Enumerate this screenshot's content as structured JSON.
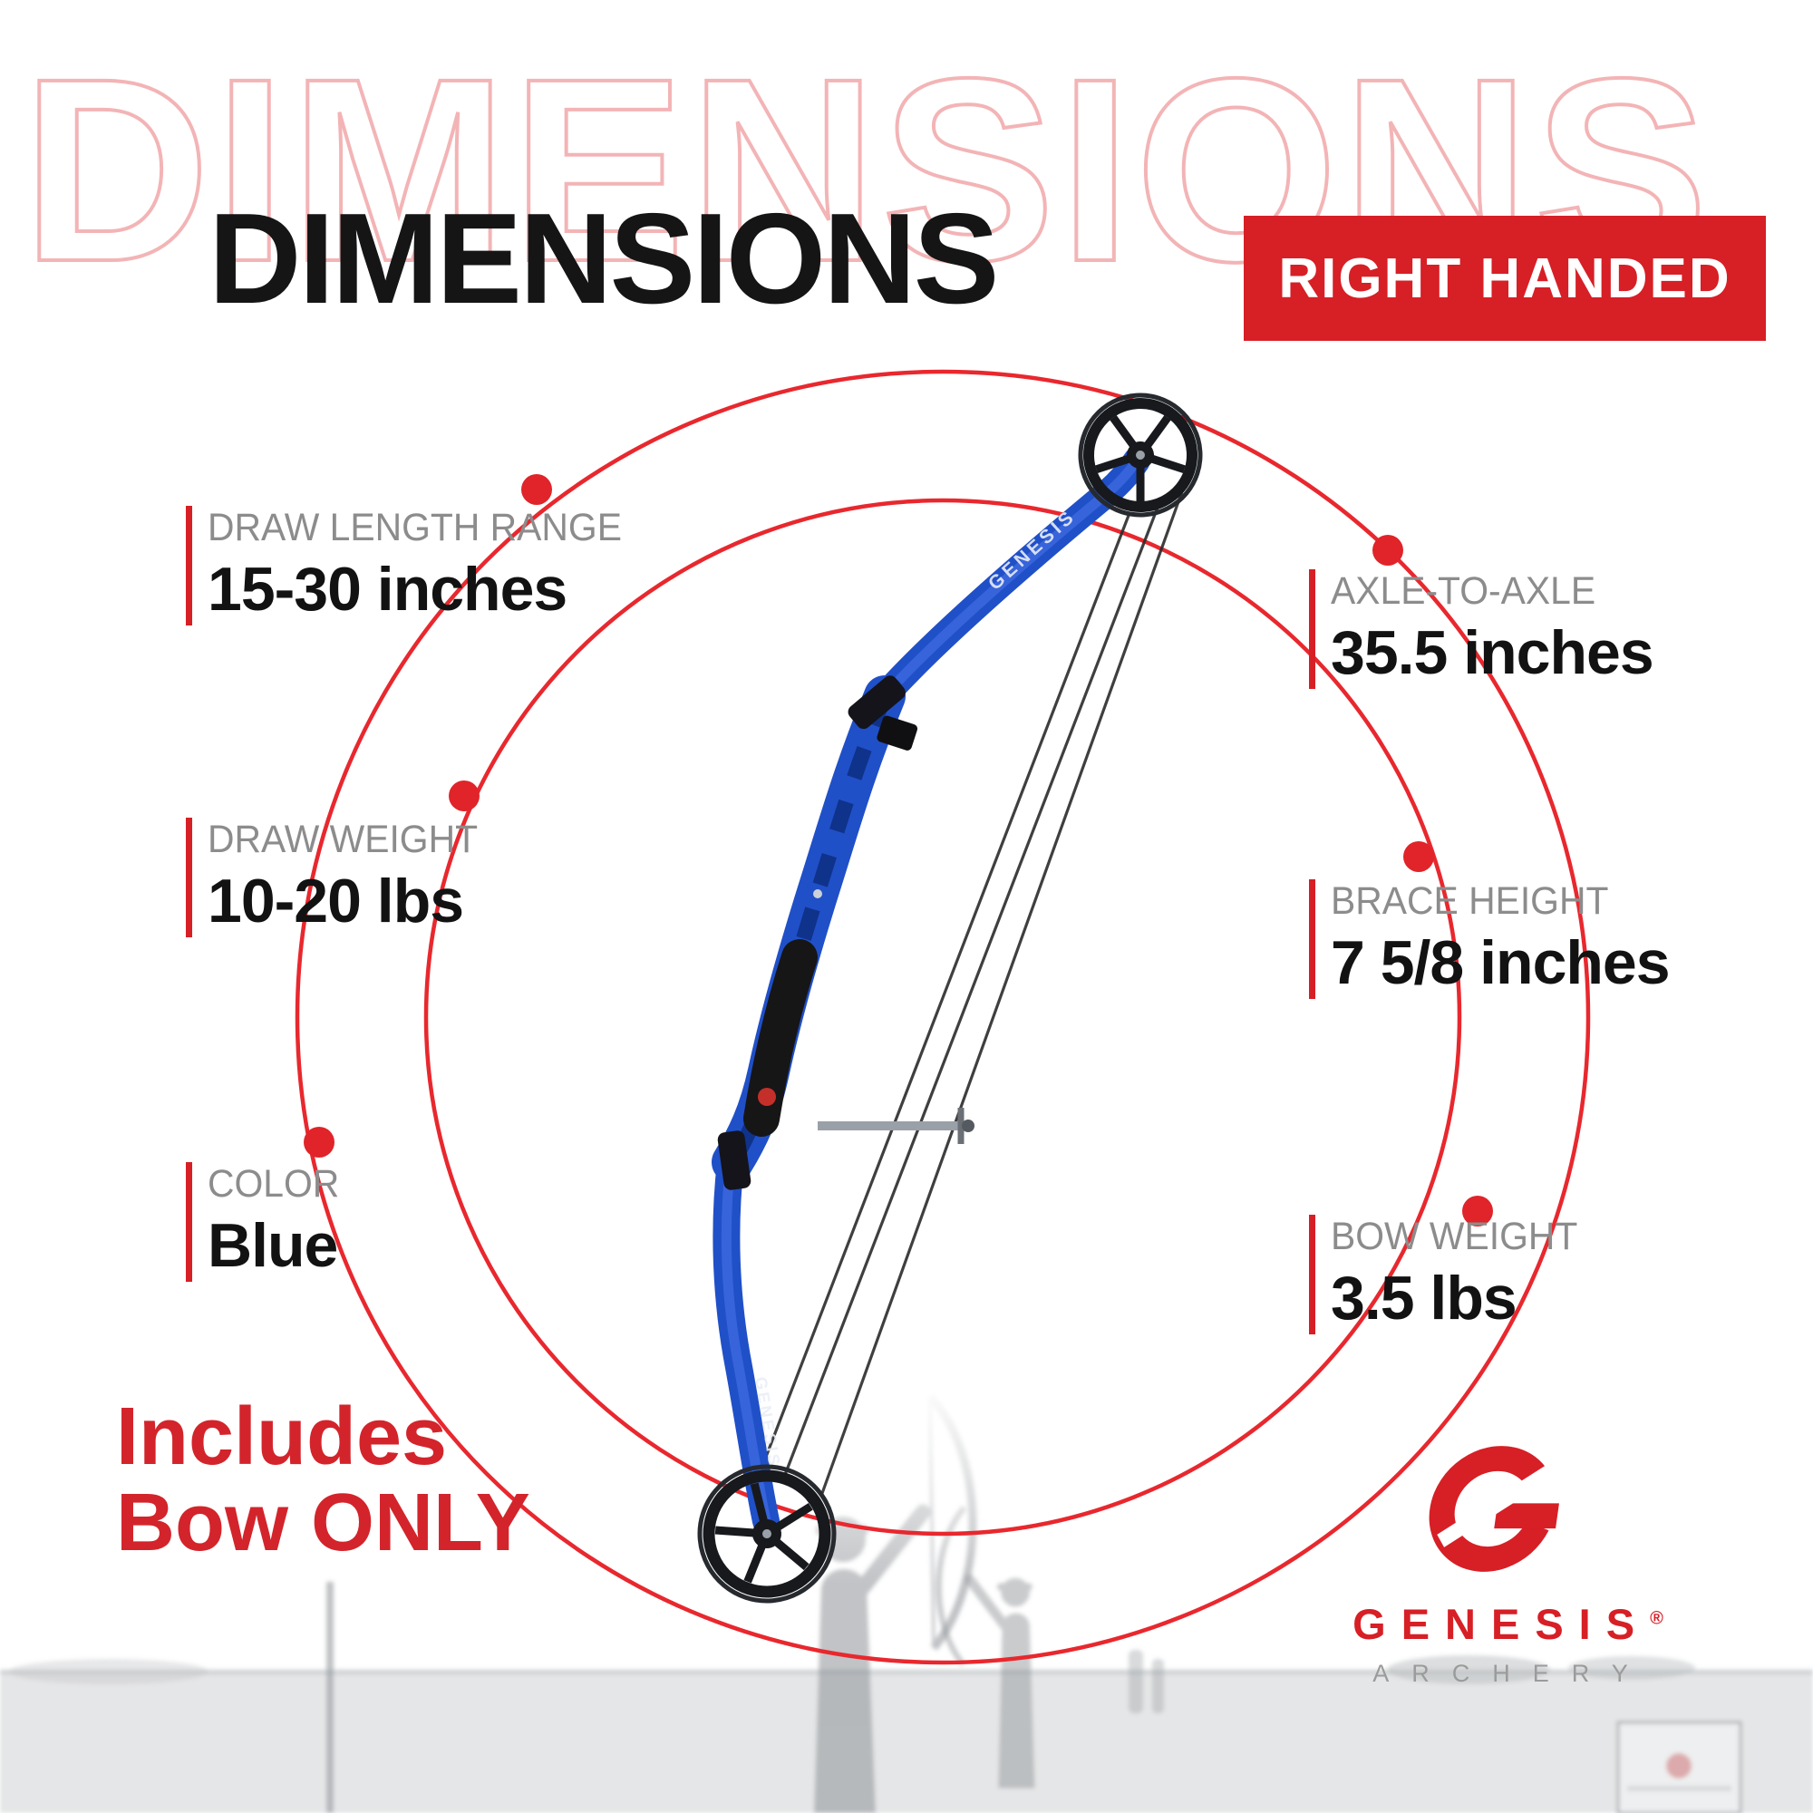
{
  "title": {
    "outline": "DIMENSIONS",
    "main": "DIMENSIONS",
    "banner": "RIGHT HANDED"
  },
  "specs": {
    "left": [
      {
        "label": "DRAW LENGTH RANGE",
        "value": "15-30 inches"
      },
      {
        "label": "DRAW WEIGHT",
        "value": "10-20 lbs"
      },
      {
        "label": "COLOR",
        "value": "Blue"
      }
    ],
    "right": [
      {
        "label": "AXLE-TO-AXLE",
        "value": "35.5 inches"
      },
      {
        "label": "BRACE HEIGHT",
        "value": "7 5/8 inches"
      },
      {
        "label": "BOW WEIGHT",
        "value": "3.5 lbs"
      }
    ]
  },
  "note": {
    "line1": "Includes",
    "line2": "Bow ONLY"
  },
  "brand": {
    "name": "GENESIS",
    "registered": "®",
    "tagline": "ARCHERY",
    "limb_text": "GENESIS"
  },
  "colors": {
    "accent_red": "#d71f26",
    "outline_pink": "#f3b4b6",
    "label_gray": "#8c8c8c",
    "text_black": "#121212",
    "bow_blue": "#2050c8"
  }
}
